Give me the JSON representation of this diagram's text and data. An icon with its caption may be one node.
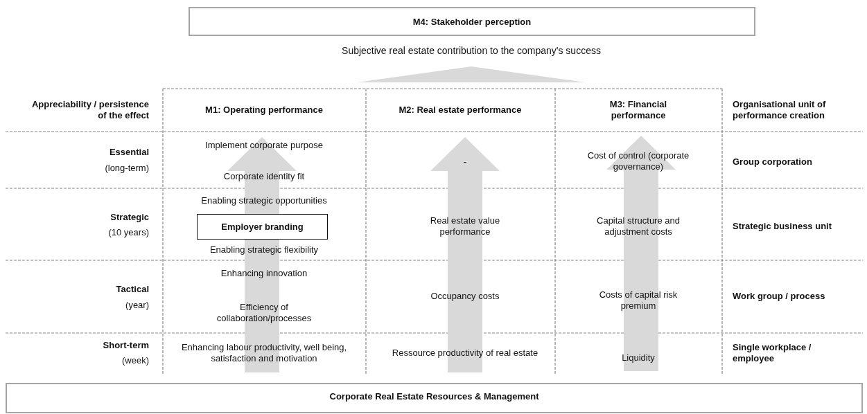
{
  "diagram": {
    "nodes": [
      {
        "text": [
          "M4: Stakeholder perception"
        ]
      },
      {
        "text": [],
        "shape": "triangle"
      },
      {
        "text": [
          "Employer branding"
        ]
      },
      {
        "text": [
          "Corporate Real Estate Resources & Management"
        ]
      }
    ],
    "labels": [
      "Subjective real estate contribution to the company's success",
      "Appreciability / persistence of the effect",
      "M1: Operating performance",
      "M2: Real estate performance",
      "M3: Financial performance",
      "Organisational unit of performance creation",
      "Essential",
      "(long-term)",
      "Implement corporate purpose",
      "Corporate identity fit",
      "-",
      "Cost of control (corporate governance)",
      "Group corporation",
      "Strategic",
      "(10 years)",
      "Enabling strategic opportunities",
      "Enabling strategic flexibility",
      "Real estate value performance",
      "Capital structure and adjustment costs",
      "Strategic business unit",
      "Tactical",
      "(year)",
      "Enhancing innovation",
      "Efficiency of collaboration/processes",
      "Occupancy costs",
      "Costs of capital risk premium",
      "Work group / process",
      "Short-term",
      "(week)",
      "Enhancing labour productivity, well being, satisfaction and motivation",
      "Ressource productivity of real estate",
      "Liquidity",
      "Single workplace / employee"
    ]
  }
}
